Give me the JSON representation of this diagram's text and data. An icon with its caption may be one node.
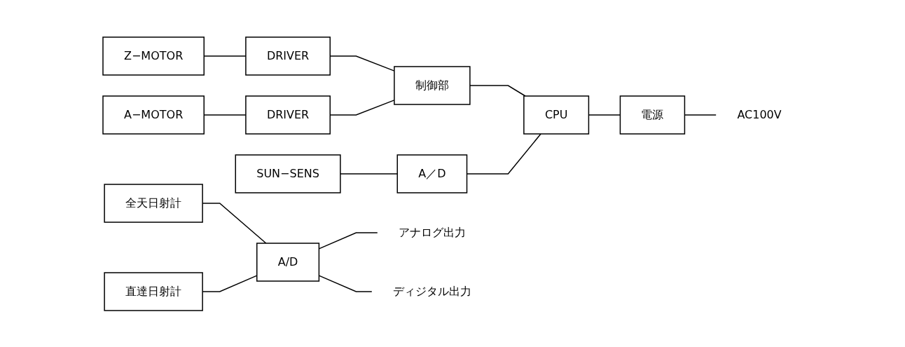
{
  "diagram": {
    "nodes": [
      {
        "text": [
          "Z−MOTOR"
        ]
      },
      {
        "text": [
          "DRIVER"
        ]
      },
      {
        "text": [
          "制御部"
        ]
      },
      {
        "text": [
          "CPU"
        ]
      },
      {
        "text": [
          "電源"
        ]
      },
      {
        "text": [
          "AC100V"
        ]
      },
      {
        "text": [
          "A−MOTOR"
        ]
      },
      {
        "text": [
          "DRIVER"
        ]
      },
      {
        "text": [
          "SUN−SENS"
        ]
      },
      {
        "text": [
          "A／D"
        ]
      },
      {
        "text": [
          "全天日射計"
        ]
      },
      {
        "text": [
          "A/D"
        ]
      },
      {
        "text": [
          "アナログ出力"
        ]
      },
      {
        "text": [
          "直達日射計"
        ]
      },
      {
        "text": [
          "ディジタル出力"
        ]
      }
    ],
    "edges": [
      {
        "from": 0,
        "to": 1,
        "arrow": "none"
      },
      {
        "from": 1,
        "to": 2,
        "arrow": "none"
      },
      {
        "from": 6,
        "to": 7,
        "arrow": "none"
      },
      {
        "from": 7,
        "to": 2,
        "arrow": "none"
      },
      {
        "from": 2,
        "to": 3,
        "arrow": "none"
      },
      {
        "from": 3,
        "to": 4,
        "arrow": "none"
      },
      {
        "from": 4,
        "to": 5,
        "arrow": "none"
      },
      {
        "from": 8,
        "to": 9,
        "arrow": "none"
      },
      {
        "from": 9,
        "to": 3,
        "arrow": "none"
      },
      {
        "from": 10,
        "to": 11,
        "arrow": "none"
      },
      {
        "from": 13,
        "to": 11,
        "arrow": "none"
      },
      {
        "from": 11,
        "to": 12,
        "arrow": "none"
      },
      {
        "from": 11,
        "to": 14,
        "arrow": "none"
      }
    ]
  }
}
